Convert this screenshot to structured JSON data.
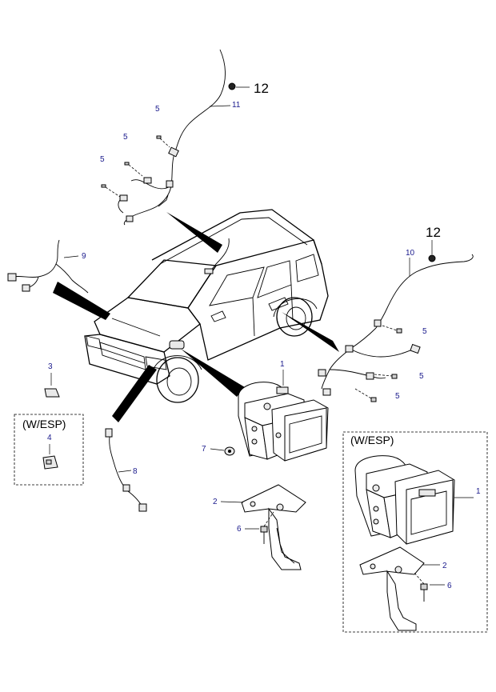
{
  "boxes": {
    "esp_left": "(W/ESP)",
    "esp_right": "(W/ESP)"
  },
  "callouts": {
    "n1_top": "1",
    "n1_box": "1",
    "n2_main": "2",
    "n2_box": "2",
    "n3": "3",
    "n4": "4",
    "n5_a": "5",
    "n5_b": "5",
    "n5_c": "5",
    "n5_d": "5",
    "n5_e": "5",
    "n5_f": "5",
    "n6_main": "6",
    "n6_box": "6",
    "n7": "7",
    "n8": "8",
    "n9": "9",
    "n10": "10",
    "n11": "11",
    "n12_top": "12",
    "n12_right": "12"
  }
}
